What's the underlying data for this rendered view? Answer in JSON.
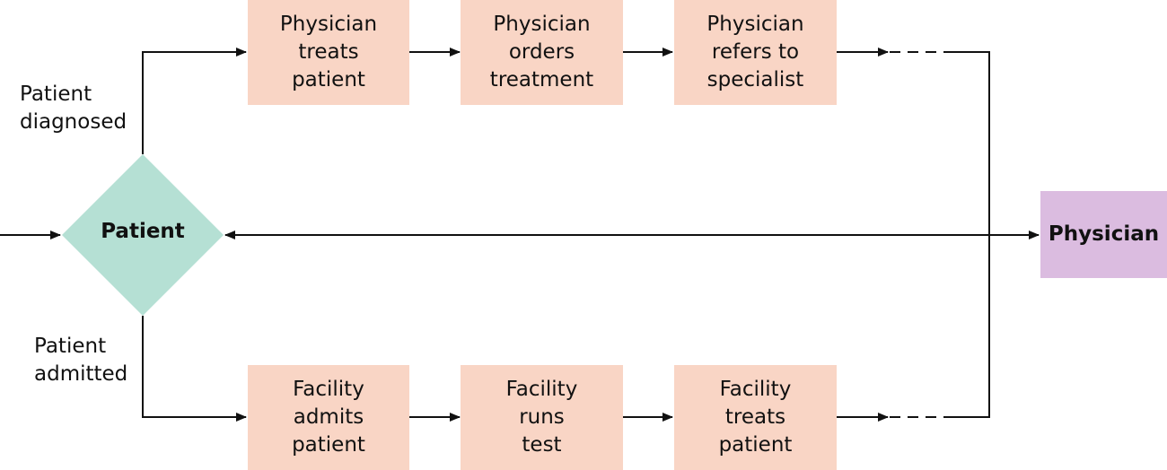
{
  "colors": {
    "process_fill": "#f9d5c5",
    "patient_fill": "#b5e0d4",
    "physician_fill": "#dbbce0",
    "line": "#111111"
  },
  "patient": "Patient",
  "physician": "Physician",
  "branch_labels": {
    "diagnosed": "Patient\ndiagnosed",
    "admitted": "Patient\nadmitted"
  },
  "top_steps": [
    "Physician\ntreats\npatient",
    "Physician\norders\ntreatment",
    "Physician\nrefers to\nspecialist"
  ],
  "bottom_steps": [
    "Facility\nadmits\npatient",
    "Facility\nruns\ntest",
    "Facility\ntreats\npatient"
  ]
}
